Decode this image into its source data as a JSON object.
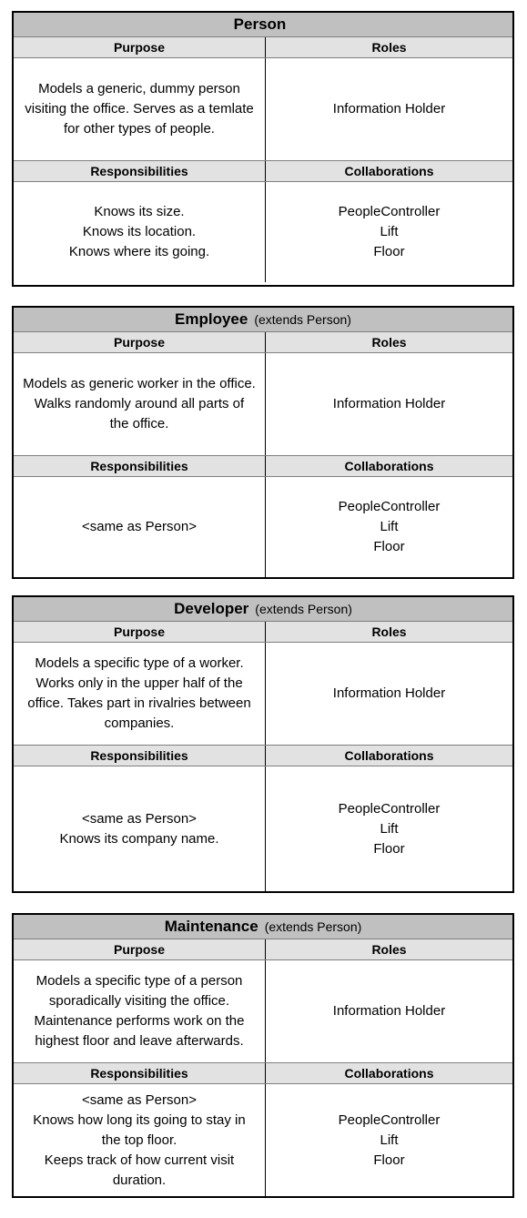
{
  "labels": {
    "purpose": "Purpose",
    "roles": "Roles",
    "responsibilities": "Responsibilities",
    "collaborations": "Collaborations"
  },
  "cards": [
    {
      "title": "Person",
      "extends": "",
      "purpose": [
        "Models a generic, dummy person",
        "visiting the office. Serves as a temlate",
        "for other types of people."
      ],
      "roles": "Information Holder",
      "responsibilities": [
        "Knows its size.",
        "Knows its location.",
        "Knows where its going."
      ],
      "collaborations": [
        "PeopleController",
        "Lift",
        "Floor"
      ]
    },
    {
      "title": "Employee",
      "extends": "(extends Person)",
      "purpose": [
        "Models as generic worker in the office.",
        "Walks randomly around all parts of",
        "the office."
      ],
      "roles": "Information Holder",
      "responsibilities": [
        "<same as Person>"
      ],
      "collaborations": [
        "PeopleController",
        "Lift",
        "Floor"
      ]
    },
    {
      "title": "Developer",
      "extends": "(extends Person)",
      "purpose": [
        "Models a specific type of a worker.",
        "Works only in the upper half of the",
        "office. Takes part in rivalries between",
        "companies."
      ],
      "roles": "Information Holder",
      "responsibilities": [
        "<same as Person>",
        "Knows its company name."
      ],
      "collaborations": [
        "PeopleController",
        "Lift",
        "Floor"
      ]
    },
    {
      "title": "Maintenance",
      "extends": "(extends Person)",
      "purpose": [
        "Models a specific type of a person",
        "sporadically visiting the office.",
        "Maintenance performs work on the",
        "highest floor and leave afterwards."
      ],
      "roles": "Information Holder",
      "responsibilities": [
        "<same as Person>",
        "Knows how long its going to stay in",
        "the top floor.",
        "Keeps track of how current visit",
        "duration."
      ],
      "collaborations": [
        "PeopleController",
        "Lift",
        "Floor"
      ]
    }
  ]
}
